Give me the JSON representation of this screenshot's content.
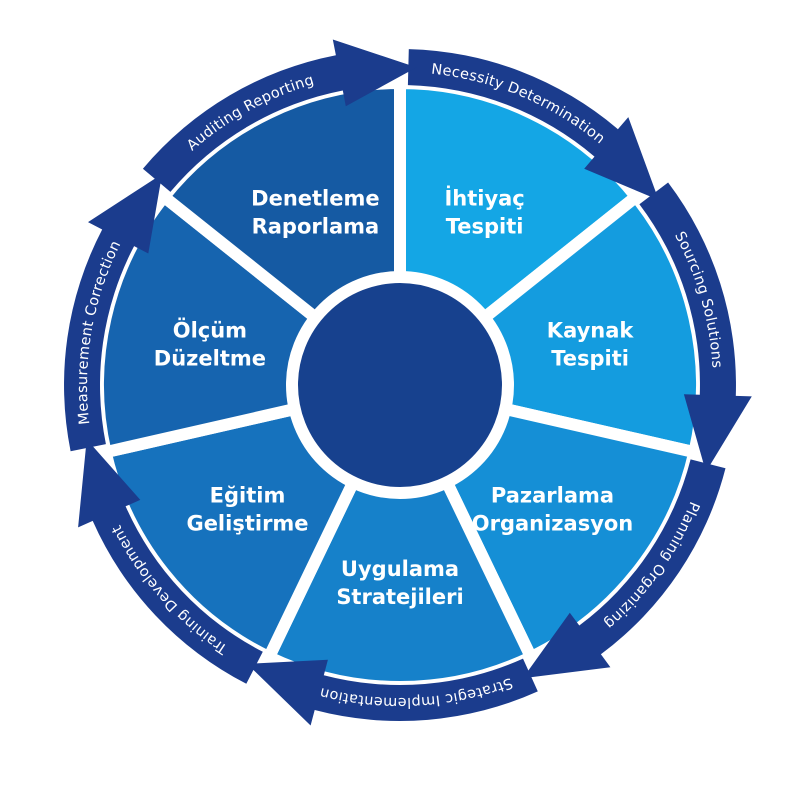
{
  "diagram": {
    "segments": [
      {
        "line1": "İhtiyaç",
        "line2": "Tespiti",
        "arrow": "Necessity Determination",
        "color": "#14a6e5"
      },
      {
        "line1": "Kaynak",
        "line2": "Tespiti",
        "arrow": "Sourcing Solutions",
        "color": "#149cdf"
      },
      {
        "line1": "Pazarlama",
        "line2": "Organizasyon",
        "arrow": "Planning Organizing",
        "color": "#158fd6"
      },
      {
        "line1": "Uygulama",
        "line2": "Stratejileri",
        "arrow": "Strategic Implementation",
        "color": "#1681ca"
      },
      {
        "line1": "Eğitim",
        "line2": "Geliştirme",
        "arrow": "Training Development",
        "color": "#1672bd"
      },
      {
        "line1": "Ölçüm",
        "line2": "Düzeltme",
        "arrow": "Measurement Correction",
        "color": "#1664af"
      },
      {
        "line1": "Denetleme",
        "line2": "Raporlama",
        "arrow": "Auditing Reporting",
        "color": "#155aa3"
      }
    ],
    "arrow_color": "#1b3c8d",
    "center_color": "#17418e"
  }
}
